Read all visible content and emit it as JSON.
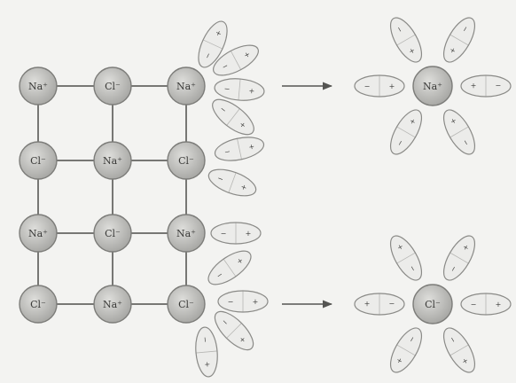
{
  "lattice": {
    "rows": [
      [
        "Na⁺",
        "Cl⁻",
        "Na⁺"
      ],
      [
        "Cl⁻",
        "Na⁺",
        "Cl⁻"
      ],
      [
        "Na⁺",
        "Cl⁻",
        "Na⁺"
      ],
      [
        "Cl⁻",
        "Na⁺",
        "Cl⁻"
      ]
    ]
  },
  "hydrated_ions": [
    {
      "label": "Na⁺",
      "water_count": 6
    },
    {
      "label": "Cl⁻",
      "water_count": 6
    }
  ],
  "water_dipole": {
    "positive": "+",
    "negative": "−"
  },
  "arrows": 2,
  "colors": {
    "ion_fill": "#b9b9b6",
    "ion_stroke": "#7d7d7a",
    "bond": "#777774",
    "water_fill": "#ececea",
    "water_stroke": "#8a8a87",
    "arrow": "#555552",
    "text": "#3a3a38"
  }
}
